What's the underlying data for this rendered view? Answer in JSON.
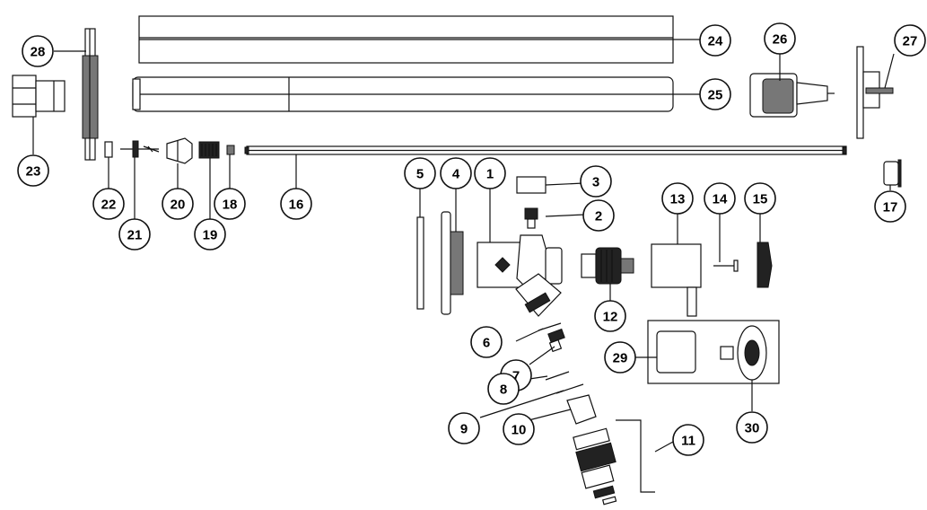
{
  "diagram": {
    "type": "exploded-parts-view",
    "callouts": [
      {
        "id": "c1",
        "label": "1"
      },
      {
        "id": "c2",
        "label": "2"
      },
      {
        "id": "c3",
        "label": "3"
      },
      {
        "id": "c4",
        "label": "4"
      },
      {
        "id": "c5",
        "label": "5"
      },
      {
        "id": "c6",
        "label": "6"
      },
      {
        "id": "c7",
        "label": "7"
      },
      {
        "id": "c8",
        "label": "8"
      },
      {
        "id": "c9",
        "label": "9"
      },
      {
        "id": "c10",
        "label": "10"
      },
      {
        "id": "c11",
        "label": "11"
      },
      {
        "id": "c12",
        "label": "12"
      },
      {
        "id": "c13",
        "label": "13"
      },
      {
        "id": "c14",
        "label": "14"
      },
      {
        "id": "c15",
        "label": "15"
      },
      {
        "id": "c16",
        "label": "16"
      },
      {
        "id": "c17",
        "label": "17"
      },
      {
        "id": "c18",
        "label": "18"
      },
      {
        "id": "c19",
        "label": "19"
      },
      {
        "id": "c20",
        "label": "20"
      },
      {
        "id": "c21",
        "label": "21"
      },
      {
        "id": "c22",
        "label": "22"
      },
      {
        "id": "c23",
        "label": "23"
      },
      {
        "id": "c24",
        "label": "24"
      },
      {
        "id": "c25",
        "label": "25"
      },
      {
        "id": "c26",
        "label": "26"
      },
      {
        "id": "c27",
        "label": "27"
      },
      {
        "id": "c28",
        "label": "28"
      },
      {
        "id": "c29",
        "label": "29"
      },
      {
        "id": "c30",
        "label": "30"
      }
    ]
  }
}
